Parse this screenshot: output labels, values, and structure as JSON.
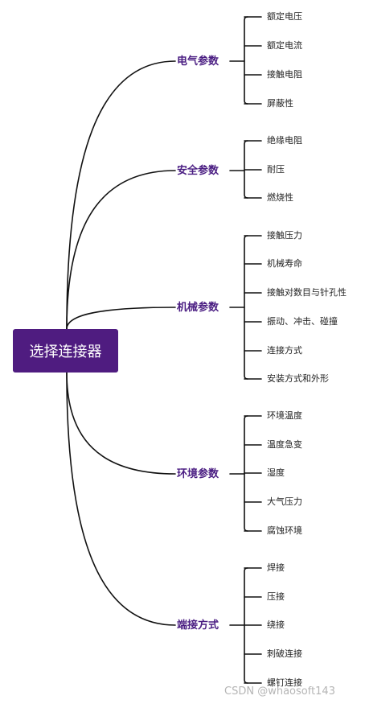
{
  "root": {
    "label": "选择连接器",
    "color": "#4f1c80"
  },
  "accent_color": "#4a1d82",
  "line_color": "#111111",
  "categories": [
    {
      "label": "电气参数",
      "items": [
        "额定电压",
        "额定电流",
        "接触电阻",
        "屏蔽性"
      ]
    },
    {
      "label": "安全参数",
      "items": [
        "绝缘电阻",
        "耐压",
        "燃烧性"
      ]
    },
    {
      "label": "机械参数",
      "items": [
        "接触压力",
        "机械寿命",
        "接触对数目与针孔性",
        "振动、冲击、碰撞",
        "连接方式",
        "安装方式和外形"
      ]
    },
    {
      "label": "环境参数",
      "items": [
        "环境温度",
        "温度急变",
        "湿度",
        "大气压力",
        "腐蚀环境"
      ]
    },
    {
      "label": "端接方式",
      "items": [
        "焊接",
        "压接",
        "绕接",
        "刺破连接",
        "螺钉连接"
      ]
    }
  ],
  "watermark": "CSDN @whaosoft143"
}
